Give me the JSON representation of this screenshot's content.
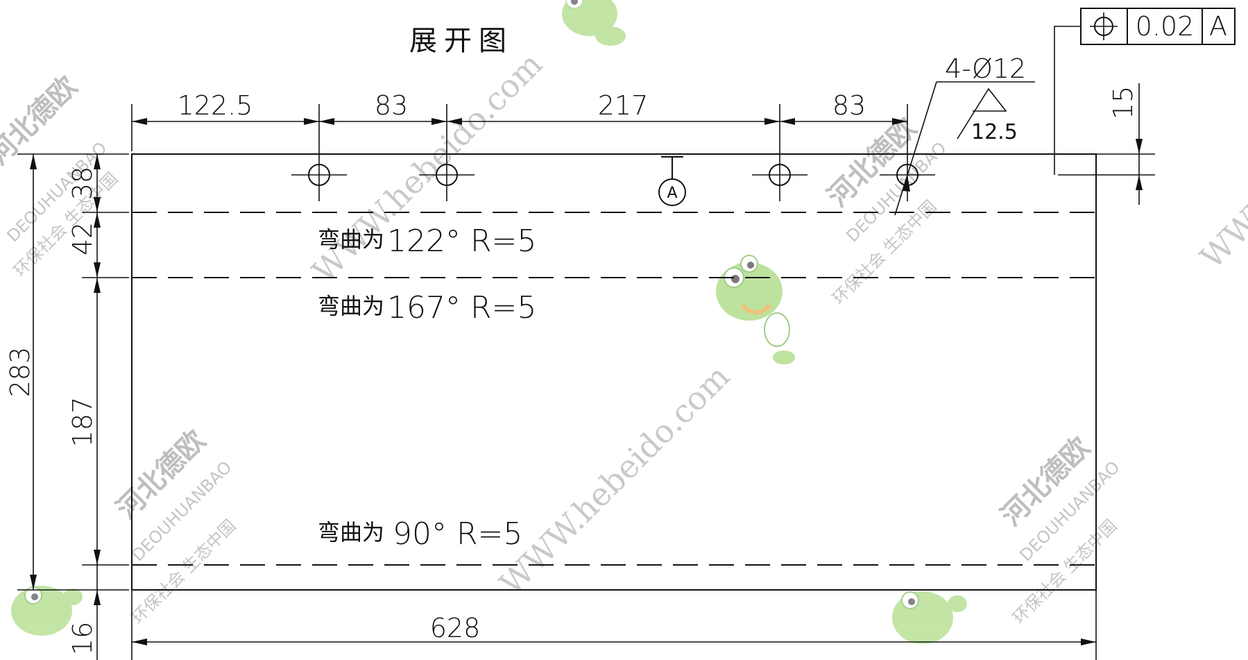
{
  "title": "展开图",
  "gdt": {
    "symbol": "⌖",
    "tolerance": "0.02",
    "datum": "A"
  },
  "dims": {
    "top_1": "122.5",
    "top_2": "83",
    "top_3": "217",
    "top_4": "83",
    "bottom": "628",
    "left_total": "283",
    "left_38": "38",
    "left_42": "42",
    "left_187": "187",
    "left_16": "16",
    "right_15": "15",
    "hole_callout": "4-Ø12",
    "roughness": "12.5",
    "datum_tag": "A"
  },
  "bend_notes": [
    {
      "cn": "弯曲为",
      "text": "122° R=5"
    },
    {
      "cn": "弯曲为",
      "text": "167° R=5"
    },
    {
      "cn": "弯曲为",
      "text": "90° R=5"
    }
  ],
  "watermarks": {
    "brand": "河北德欧",
    "latin": "DEOUHUANBAO",
    "slogan": "环保社会 生态中国",
    "url": "WWW.hebeido.com"
  }
}
